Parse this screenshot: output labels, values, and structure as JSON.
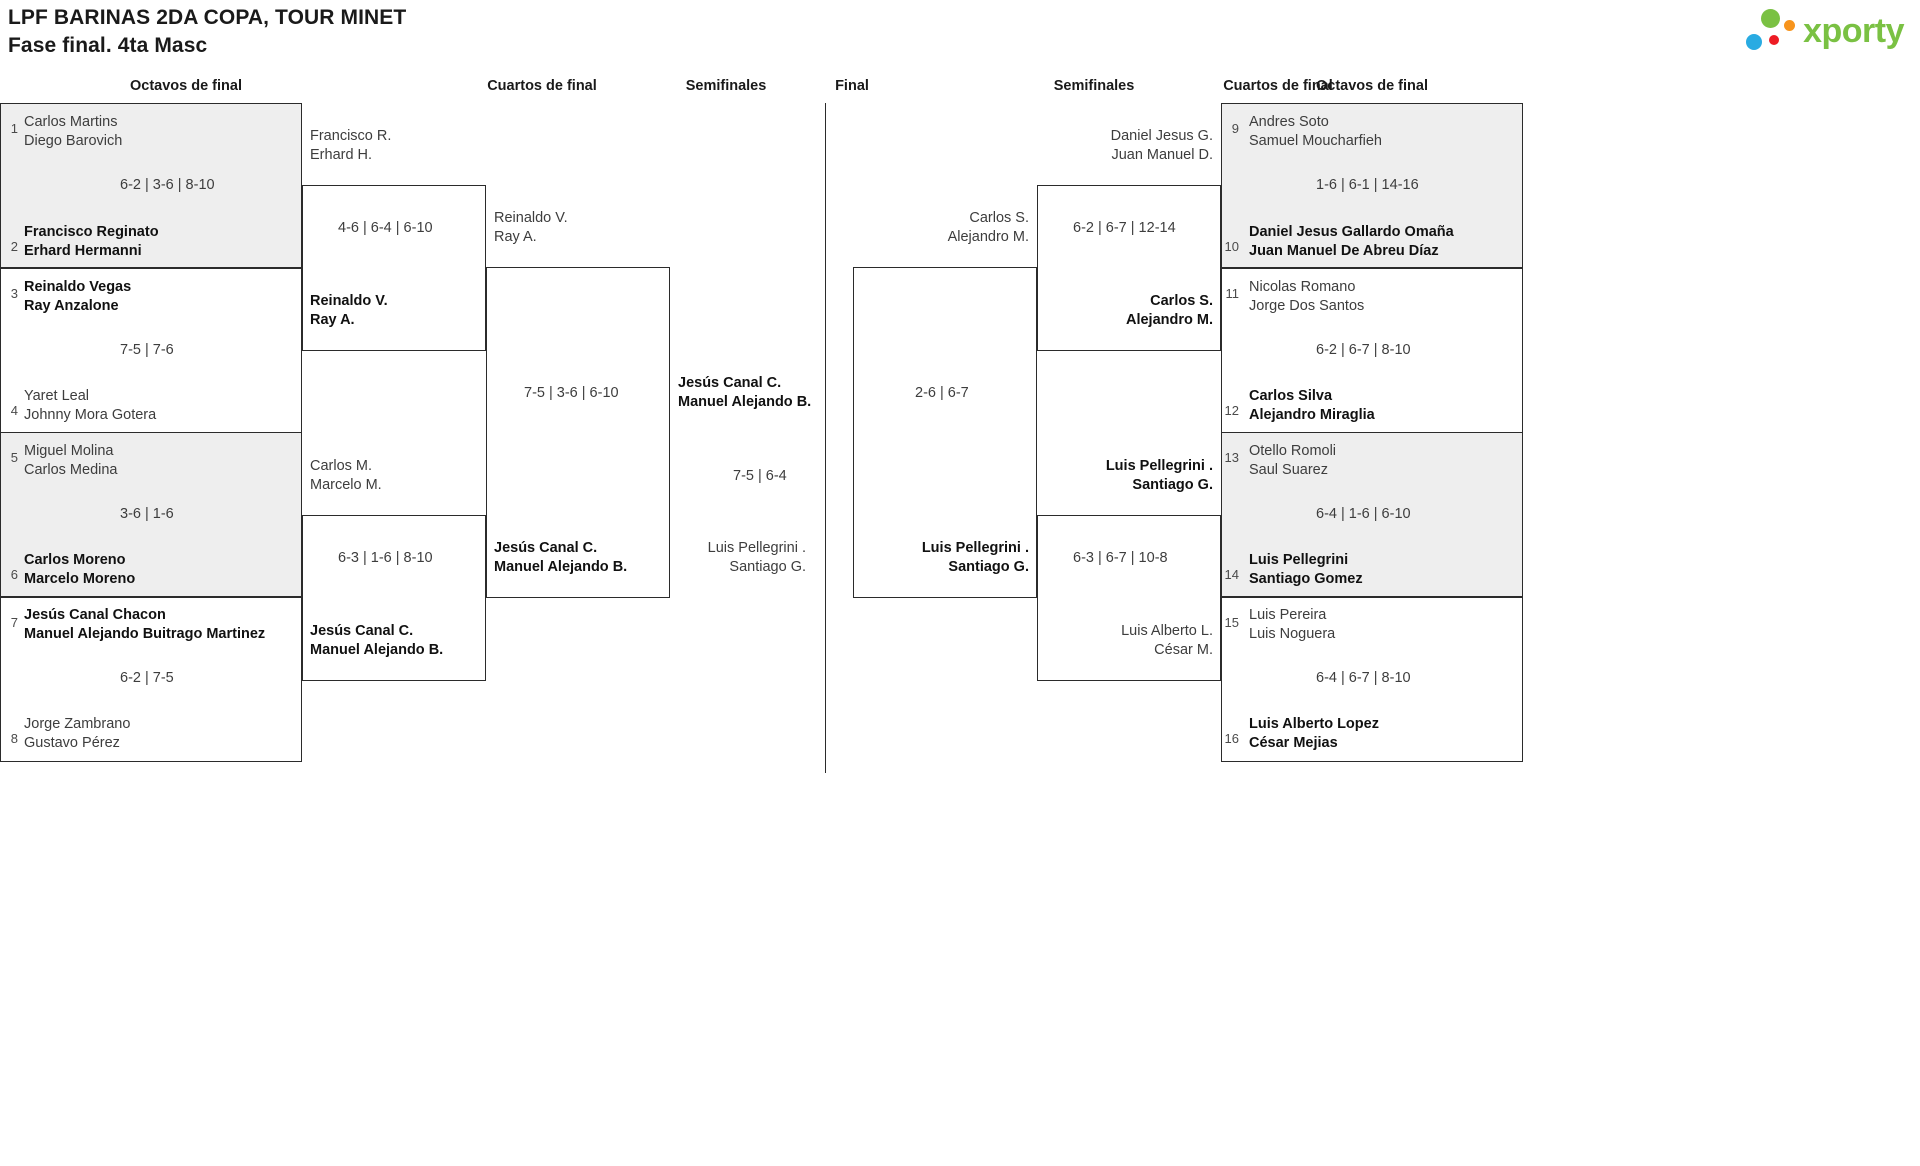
{
  "header": {
    "title_line1": "LPF BARINAS 2DA COPA, TOUR MINET",
    "title_line2": "Fase final. 4ta Masc",
    "logo_text": "xporty"
  },
  "round_headers": [
    {
      "label": "Octavos de final"
    },
    {
      "label": "Cuartos de final"
    },
    {
      "label": "Semifinales"
    },
    {
      "label": "Final"
    },
    {
      "label": "Semifinales"
    },
    {
      "label": "Cuartos de final"
    },
    {
      "label": "Octavos de final"
    }
  ],
  "left": {
    "octavos": [
      {
        "top": {
          "seed": "1",
          "p1": "Carlos Martins",
          "p2": "Diego Barovich",
          "winner": false
        },
        "bottom": {
          "seed": "2",
          "p1": "Francisco Reginato",
          "p2": "Erhard Hermanni",
          "winner": true
        },
        "score": "6-2 | 3-6 | 8-10"
      },
      {
        "top": {
          "seed": "3",
          "p1": "Reinaldo Vegas",
          "p2": "Ray Anzalone",
          "winner": true
        },
        "bottom": {
          "seed": "4",
          "p1": "Yaret Leal",
          "p2": "Johnny Mora Gotera",
          "winner": false
        },
        "score": "7-5 | 7-6"
      },
      {
        "top": {
          "seed": "5",
          "p1": "Miguel Molina",
          "p2": "Carlos Medina",
          "winner": false
        },
        "bottom": {
          "seed": "6",
          "p1": "Carlos Moreno",
          "p2": "Marcelo Moreno",
          "winner": true
        },
        "score": "3-6 | 1-6"
      },
      {
        "top": {
          "seed": "7",
          "p1": "Jesús Canal Chacon",
          "p2": "Manuel Alejando Buitrago Martinez",
          "winner": true
        },
        "bottom": {
          "seed": "8",
          "p1": "Jorge Zambrano",
          "p2": "Gustavo Pérez",
          "winner": false
        },
        "score": "6-2 | 7-5"
      }
    ],
    "cuartos": [
      {
        "top": {
          "p1": "Francisco R.",
          "p2": "Erhard H.",
          "winner": false
        },
        "bottom": {
          "p1": "Reinaldo V.",
          "p2": "Ray A.",
          "winner": true
        },
        "score": "4-6 | 6-4 | 6-10"
      },
      {
        "top": {
          "p1": "Carlos M.",
          "p2": "Marcelo M.",
          "winner": false
        },
        "bottom": {
          "p1": "Jesús Canal C.",
          "p2": "Manuel Alejando B.",
          "winner": true
        },
        "score": "6-3 | 1-6 | 8-10"
      }
    ],
    "semifinal": {
      "top": {
        "p1": "Reinaldo V.",
        "p2": "Ray A.",
        "winner": false
      },
      "bottom": {
        "p1": "Jesús Canal C.",
        "p2": "Manuel Alejando B.",
        "winner": true
      },
      "score": "7-5 | 3-6 | 6-10"
    }
  },
  "final": {
    "top": {
      "p1": "Jesús Canal C.",
      "p2": "Manuel Alejando B.",
      "winner": true
    },
    "bottom": {
      "p1": "Luis Pellegrini .",
      "p2": "Santiago G.",
      "winner": false
    },
    "score": "7-5 | 6-4"
  },
  "right": {
    "octavos": [
      {
        "top": {
          "seed": "9",
          "p1": "Andres Soto",
          "p2": "Samuel Moucharfieh",
          "winner": false
        },
        "bottom": {
          "seed": "10",
          "p1": "Daniel Jesus Gallardo Omaña",
          "p2": "Juan Manuel De Abreu Díaz",
          "winner": true
        },
        "score": "1-6 | 6-1 | 14-16"
      },
      {
        "top": {
          "seed": "11",
          "p1": "Nicolas Romano",
          "p2": "Jorge Dos Santos",
          "winner": false
        },
        "bottom": {
          "seed": "12",
          "p1": "Carlos Silva",
          "p2": "Alejandro Miraglia",
          "winner": true
        },
        "score": "6-2 | 6-7 | 8-10"
      },
      {
        "top": {
          "seed": "13",
          "p1": "Otello Romoli",
          "p2": "Saul Suarez",
          "winner": false
        },
        "bottom": {
          "seed": "14",
          "p1": "Luis Pellegrini",
          "p2": "Santiago Gomez",
          "winner": true
        },
        "score": "6-4 | 1-6 | 6-10"
      },
      {
        "top": {
          "seed": "15",
          "p1": "Luis Pereira",
          "p2": "Luis Noguera",
          "winner": false
        },
        "bottom": {
          "seed": "16",
          "p1": "Luis Alberto Lopez",
          "p2": "César Mejias",
          "winner": true
        },
        "score": "6-4 | 6-7 | 8-10"
      }
    ],
    "cuartos": [
      {
        "top": {
          "p1": "Daniel Jesus G.",
          "p2": "Juan Manuel D.",
          "winner": false
        },
        "bottom": {
          "p1": "Carlos S.",
          "p2": "Alejandro M.",
          "winner": true
        },
        "score": "6-2 | 6-7 | 12-14"
      },
      {
        "top": {
          "p1": "Luis Pellegrini .",
          "p2": "Santiago G.",
          "winner": true
        },
        "bottom": {
          "p1": "Luis Alberto L.",
          "p2": "César M.",
          "winner": false
        },
        "score": "6-3 | 6-7 | 10-8"
      }
    ],
    "semifinal": {
      "top": {
        "p1": "Carlos S.",
        "p2": "Alejandro M.",
        "winner": false
      },
      "bottom": {
        "p1": "Luis Pellegrini .",
        "p2": "Santiago G.",
        "winner": true
      },
      "score": "2-6 | 6-7"
    }
  }
}
